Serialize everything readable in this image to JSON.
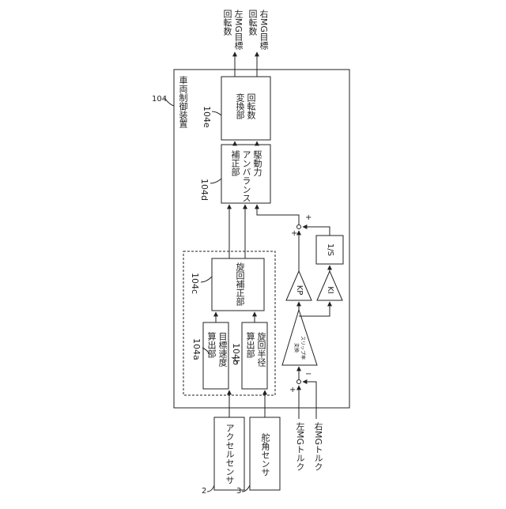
{
  "device": {
    "ref": "104",
    "title": "車両制御装置"
  },
  "outputs": {
    "left_target": "左MG目標\n回転数",
    "right_target": "右MG目標\n回転数"
  },
  "blocks": {
    "rpm_converter": {
      "ref": "104e",
      "label": "回転数\n変換部"
    },
    "balance_correction": {
      "ref": "104d",
      "label": "駆動力\nアンバランス\n補正部"
    },
    "turn_correction": {
      "ref": "104c",
      "label": "旋回補正部"
    },
    "target_speed": {
      "ref": "104a",
      "label": "目標速度\n算出部"
    },
    "turn_radius": {
      "ref": "104b",
      "label": "旋回半径\n算出部"
    }
  },
  "sensors": {
    "accelerator": {
      "ref": "2",
      "label": "アクセルセンサ"
    },
    "steering": {
      "ref": "3",
      "label": "舵角センサ"
    }
  },
  "torques": {
    "left": "左MGトルク",
    "right": "右MGトルク"
  },
  "control": {
    "slip_converter": "スリップ率\n変換",
    "kp": "KP",
    "ki": "KI",
    "integrator": "1/S",
    "sign_plus": "+",
    "sign_minus": "−"
  }
}
